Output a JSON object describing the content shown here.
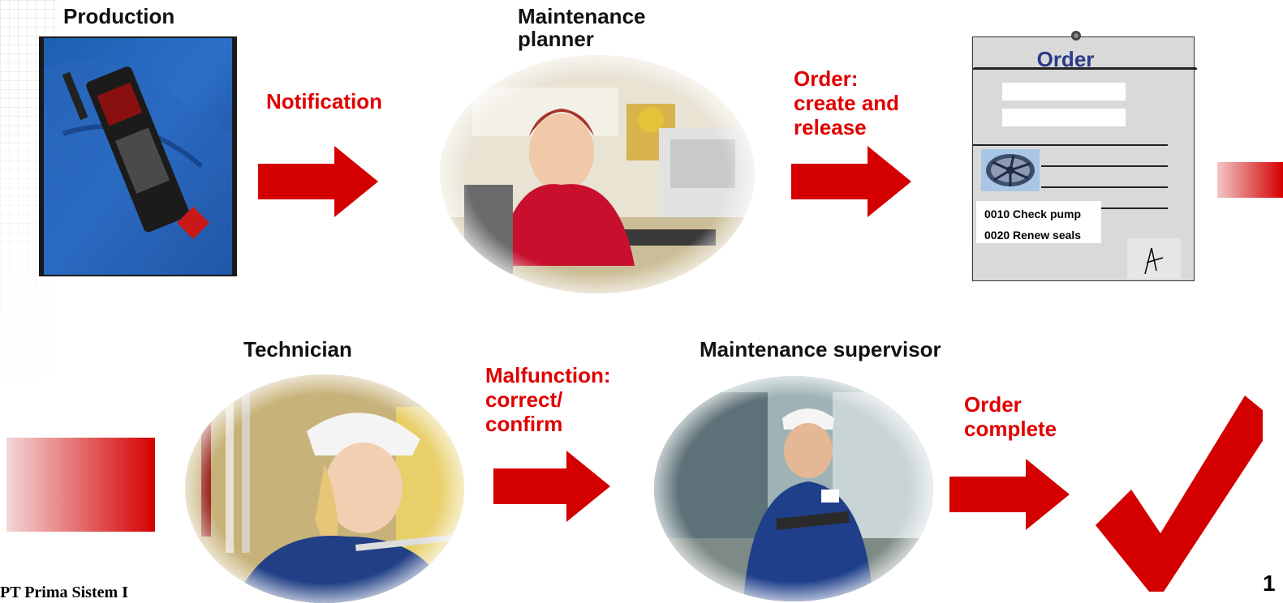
{
  "roles": {
    "production": "Production",
    "planner": "Maintenance\nplanner",
    "technician": "Technician",
    "supervisor": "Maintenance supervisor"
  },
  "steps": {
    "notification": "Notification",
    "order_create": "Order:\ncreate and\nrelease",
    "malfunction": "Malfunction:\ncorrect/\nconfirm",
    "order_complete": "Order\ncomplete"
  },
  "order_card": {
    "title": "Order",
    "operations": [
      "0010 Check pump",
      "0020 Renew seals"
    ]
  },
  "footer": {
    "company": "PT Prima Sistem I",
    "page_number": "1"
  },
  "colors": {
    "accent_red": "#d40000",
    "order_title_blue": "#2a3a8a"
  }
}
